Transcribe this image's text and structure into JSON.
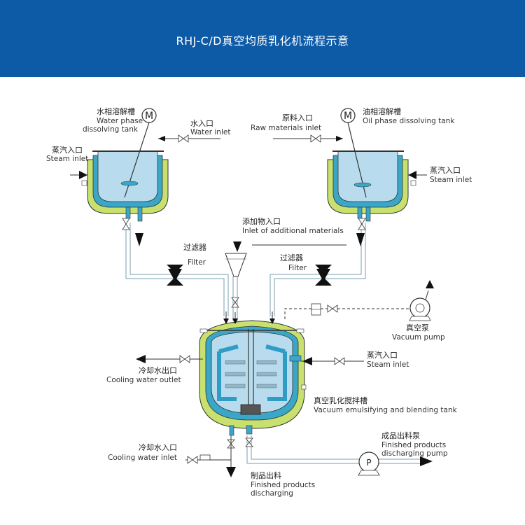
{
  "header": {
    "title": "RHJ-C/D真空均质乳化机流程示意"
  },
  "colors": {
    "header_bg": "#0d5aa7",
    "jacket_outer": "#c8e06e",
    "jacket_inner": "#3aa6c8",
    "liquid": "#b8dcee",
    "pipe": "#a9cfe3"
  },
  "labels": {
    "water_tank_cn": "水相溶解槽",
    "water_tank_en1": "Water phase",
    "water_tank_en2": "dissolving tank",
    "oil_tank_cn": "油相溶解槽",
    "oil_tank_en": "Oil phase dissolving tank",
    "water_inlet_cn": "水入口",
    "water_inlet_en": "Water inlet",
    "raw_materials_cn": "原料入口",
    "raw_materials_en": "Raw materials inlet",
    "steam_inlet_left_cn": "蒸汽入口",
    "steam_inlet_left_en": "Steam inlet",
    "steam_inlet_right_cn": "蒸汽入口",
    "steam_inlet_right_en": "Steam inlet",
    "additional_cn": "添加物入口",
    "additional_en": "Inlet of additional materials",
    "filter_left_cn": "过滤器",
    "filter_left_en": "Filter",
    "filter_right_cn": "过滤器",
    "filter_right_en": "Filter",
    "vacuum_pump_cn": "真空泵",
    "vacuum_pump_en": "Vacuum pump",
    "steam_inlet_main_cn": "蒸汽入口",
    "steam_inlet_main_en": "Steam inlet",
    "cooling_out_cn": "冷却水出口",
    "cooling_out_en": "Cooling water outlet",
    "emulsify_tank_cn": "真空乳化搅拌槽",
    "emulsify_tank_en": "Vacuum emulsifying and blending tank",
    "cooling_in_cn": "冷却水入口",
    "cooling_in_en": "Cooling water inlet",
    "finished_pump_cn": "成品出料泵",
    "finished_pump_en1": "Finished products",
    "finished_pump_en2": "discharging pump",
    "discharging_cn": "制品出料",
    "discharging_en1": "Finished products",
    "discharging_en2": "discharging",
    "motor_symbol": "M",
    "pump_symbol": "P"
  }
}
